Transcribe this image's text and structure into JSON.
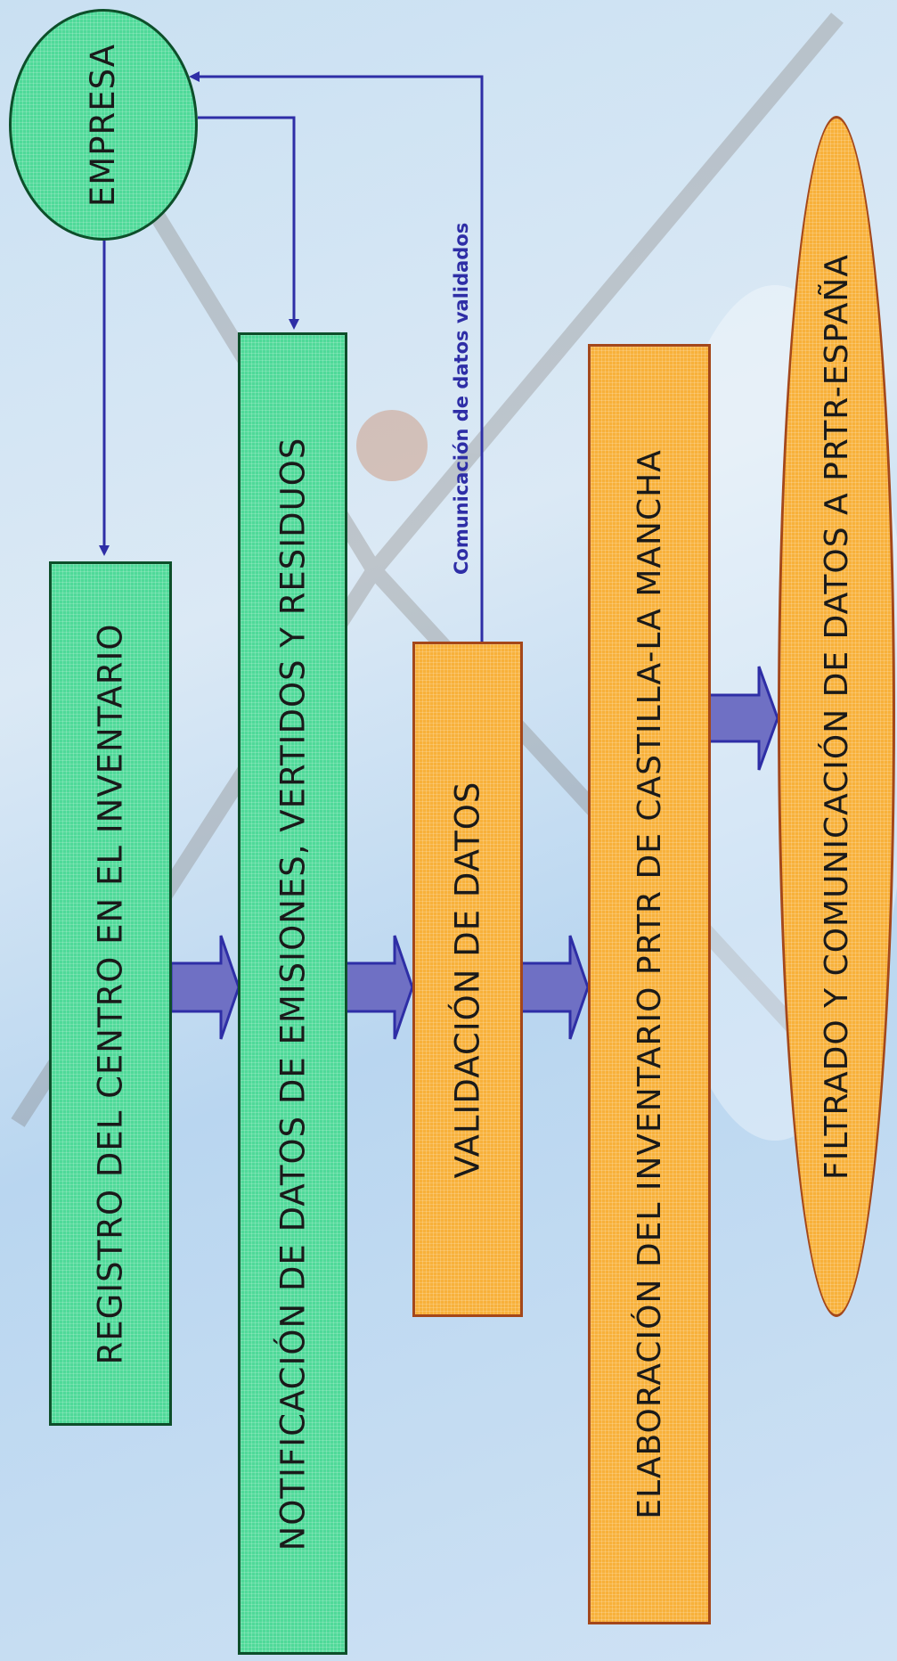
{
  "nodes": {
    "empresa": "EMPRESA",
    "registro": "REGISTRO DEL CENTRO EN EL INVENTARIO",
    "notificacion": "NOTIFICACIÓN DE DATOS DE EMISIONES, VERTIDOS Y RESIDUOS",
    "validacion": "VALIDACIÓN DE DATOS",
    "elaboracion": "ELABORACIÓN DEL INVENTARIO PRTR DE CASTILLA-LA MANCHA",
    "filtrado": "FILTRADO Y COMUNICACIÓN DE DATOS A PRTR-ESPAÑA"
  },
  "edge_labels": {
    "feedback": "Comunicación de datos validados"
  },
  "colors": {
    "green_fill": "#4fd999",
    "green_border": "#0d4f2a",
    "orange_fill": "#f8b13a",
    "orange_border": "#a4471a",
    "connector": "#2e2ea6",
    "block_arrow": "#6f70c4"
  }
}
